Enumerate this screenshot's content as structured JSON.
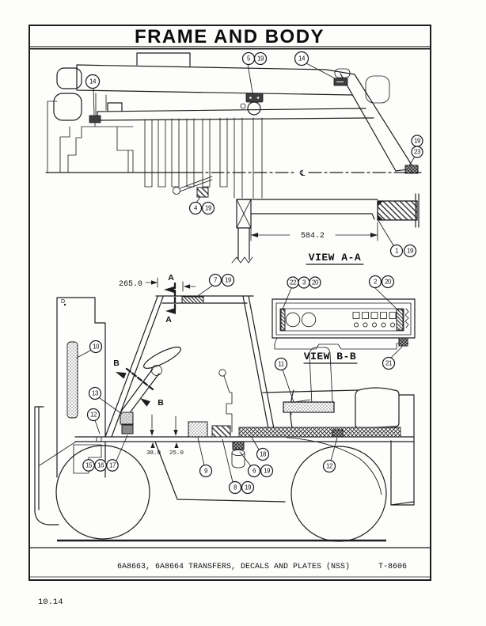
{
  "page": {
    "title": "FRAME AND BODY",
    "caption": "6A8663, 6A8664 TRANSFERS, DECALS AND PLATES (NSS)",
    "drawing_ref": "T-8606",
    "page_number": "10.14"
  },
  "view_labels": {
    "view_aa": "VIEW A-A",
    "view_bb": "VIEW B-B"
  },
  "section_labels": {
    "a": "A",
    "b": "B",
    "centerline": "℄",
    "d_mark": "D"
  },
  "dimensions": {
    "beam_length": "584.2",
    "roof_offset": "265.0",
    "floor_height_front": "38.0",
    "floor_height_rear": "25.0"
  },
  "callouts": {
    "c14_boom_left": "14",
    "c5": "5",
    "c19_plate": "19",
    "c14_boom_right": "14",
    "c19_leg": "19",
    "c23": "23",
    "c4": "4",
    "c19_fork": "19",
    "c1": "1",
    "c19_viewaa": "19",
    "c7": "7",
    "c19_roof": "19",
    "c22": "22",
    "c3": "3",
    "c20_left": "20",
    "c2": "2",
    "c20_right": "20",
    "c21": "21",
    "c10": "10",
    "c13": "13",
    "c12_left": "12",
    "c15": "15",
    "c16": "16",
    "c17": "17",
    "c9": "9",
    "c8": "8",
    "c19_floor": "19",
    "c6": "6",
    "c19_tank": "19",
    "c18": "18",
    "c11": "11",
    "c12_rear": "12"
  },
  "colors": {
    "ink": "#1d1d1d",
    "paper": "#fdfdfc"
  }
}
